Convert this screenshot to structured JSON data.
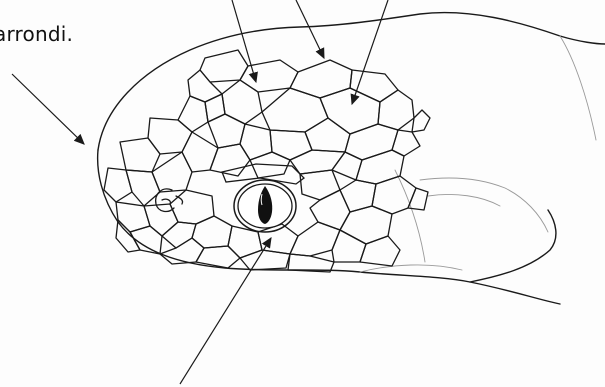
{
  "annotation": {
    "text": "arrondi."
  },
  "colors": {
    "ink": "#1a1a1a",
    "pencil": "#7a7a7a",
    "paper": "#fdfdfd",
    "pupil": "#111111"
  },
  "figure": {
    "subject": "snake-head",
    "parts": [
      "head-outline",
      "scales",
      "eye",
      "pupil",
      "nostril",
      "neck",
      "pointer-arrows"
    ]
  }
}
